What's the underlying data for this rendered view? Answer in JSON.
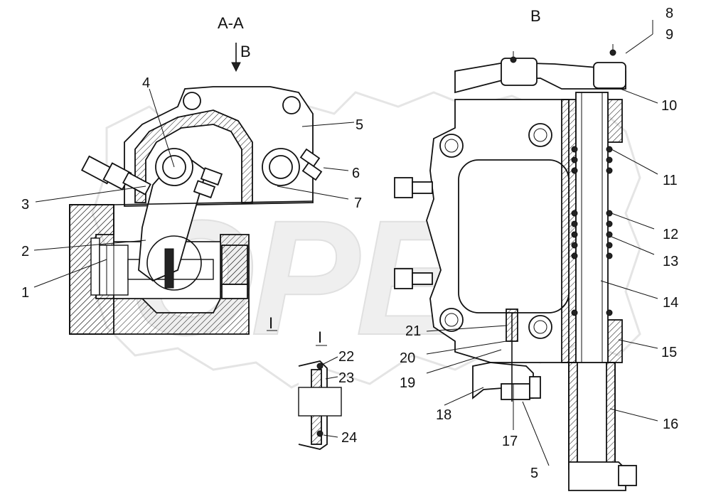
{
  "section_label": "A-A",
  "view_arrow_label": "B",
  "view_label": "B",
  "detail_label": "I",
  "detail_view_label": "I",
  "watermark": "OPEX",
  "callouts_left": [
    "1",
    "2",
    "3",
    "4",
    "5",
    "6",
    "7"
  ],
  "callouts_detail": [
    "22",
    "23",
    "24"
  ],
  "callouts_right": [
    "5",
    "8",
    "9",
    "10",
    "11",
    "12",
    "13",
    "14",
    "15",
    "16",
    "17",
    "18",
    "19",
    "20",
    "21"
  ],
  "colors": {
    "line": "#111111",
    "background": "#ffffff",
    "watermark": "#d9d9d9"
  }
}
